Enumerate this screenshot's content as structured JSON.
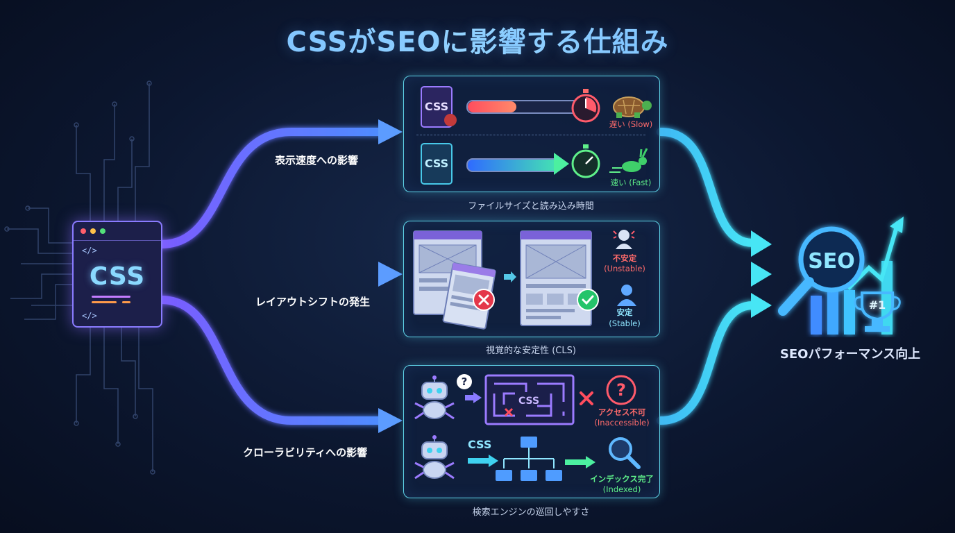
{
  "title": "CSSがSEOに影響する仕組み",
  "source": {
    "label": "CSS",
    "code_tags": [
      "</>",
      "</>"
    ]
  },
  "branches": [
    {
      "label": "表示速度への影響",
      "caption": "ファイルサイズと読み込み時間",
      "slow": {
        "file_label": "CSS",
        "text": "遅い (Slow)"
      },
      "fast": {
        "file_label": "CSS",
        "text": "速い (Fast)"
      }
    },
    {
      "label": "レイアウトシフトの発生",
      "caption": "視覚的な安定性 (CLS)",
      "unstable": {
        "title": "不安定",
        "sub": "(Unstable)"
      },
      "stable": {
        "title": "安定",
        "sub": "(Stable)"
      }
    },
    {
      "label": "クローラビリティへの影響",
      "caption": "検索エンジンの巡回しやすさ",
      "maze_label": "CSS",
      "question_mark": "?",
      "inaccessible": {
        "title": "アクセス不可",
        "sub": "(Inaccessible)"
      },
      "css_tag": "CSS",
      "indexed": {
        "title": "インデックス完了",
        "sub": "(Indexed)"
      }
    }
  ],
  "result": {
    "badge": "SEO",
    "rank": "#1",
    "label": "SEOパフォーマンス向上"
  },
  "colors": {
    "flow_blue": "#6a6cff",
    "flow_cyan": "#3fd2f0",
    "panel_border": "#5fd4e8",
    "slow_red": "#ff5b6b",
    "fast_green": "#5ff08a"
  }
}
